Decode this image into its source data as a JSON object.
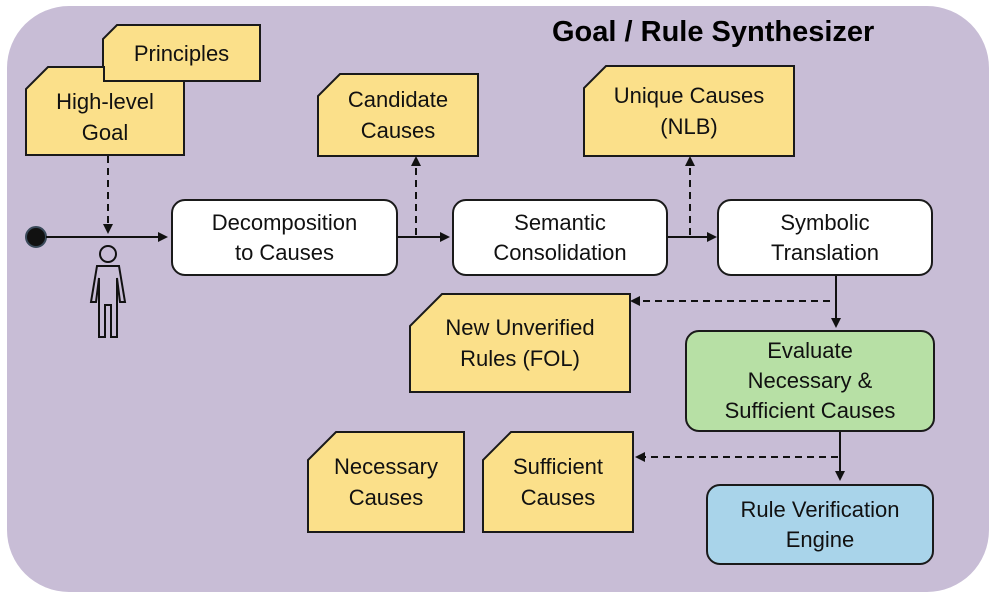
{
  "title": "Goal / Rule Synthesizer",
  "colors": {
    "background": "#c8bdd6",
    "document": "#fbe08a",
    "process": "#ffffff",
    "evaluate": "#b7e0a5",
    "engine": "#a9d4ea",
    "stroke": "#1a1a1a"
  },
  "inputs": {
    "principles": "Principles",
    "goal_line1": "High-level",
    "goal_line2": "Goal"
  },
  "processes": {
    "decomposition_line1": "Decomposition",
    "decomposition_line2": "to Causes",
    "semantic_line1": "Semantic",
    "semantic_line2": "Consolidation",
    "symbolic_line1": "Symbolic",
    "symbolic_line2": "Translation",
    "evaluate_line1": "Evaluate",
    "evaluate_line2": "Necessary &",
    "evaluate_line3": "Sufficient Causes",
    "engine_line1": "Rule Verification",
    "engine_line2": "Engine"
  },
  "outputs": {
    "candidate_line1": "Candidate",
    "candidate_line2": "Causes",
    "unique_line1": "Unique Causes",
    "unique_line2": "(NLB)",
    "unverified_line1": "New Unverified",
    "unverified_line2": "Rules (FOL)",
    "necessary_line1": "Necessary",
    "necessary_line2": "Causes",
    "sufficient_line1": "Sufficient",
    "sufficient_line2": "Causes"
  },
  "icons": {
    "start": "start-node-icon",
    "user": "person-icon"
  }
}
